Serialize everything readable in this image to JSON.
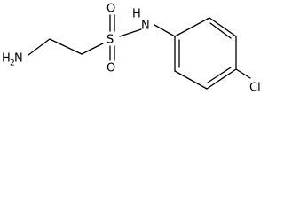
{
  "molecule": {
    "atoms": {
      "amine": {
        "symbol": "H",
        "subscript": "2",
        "symbol2": "N"
      },
      "sulfur": "S",
      "oxygen_top": "O",
      "oxygen_bottom": "O",
      "sulfonamide_n": "N",
      "sulfonamide_h": "H",
      "chlorine": "Cl"
    }
  }
}
